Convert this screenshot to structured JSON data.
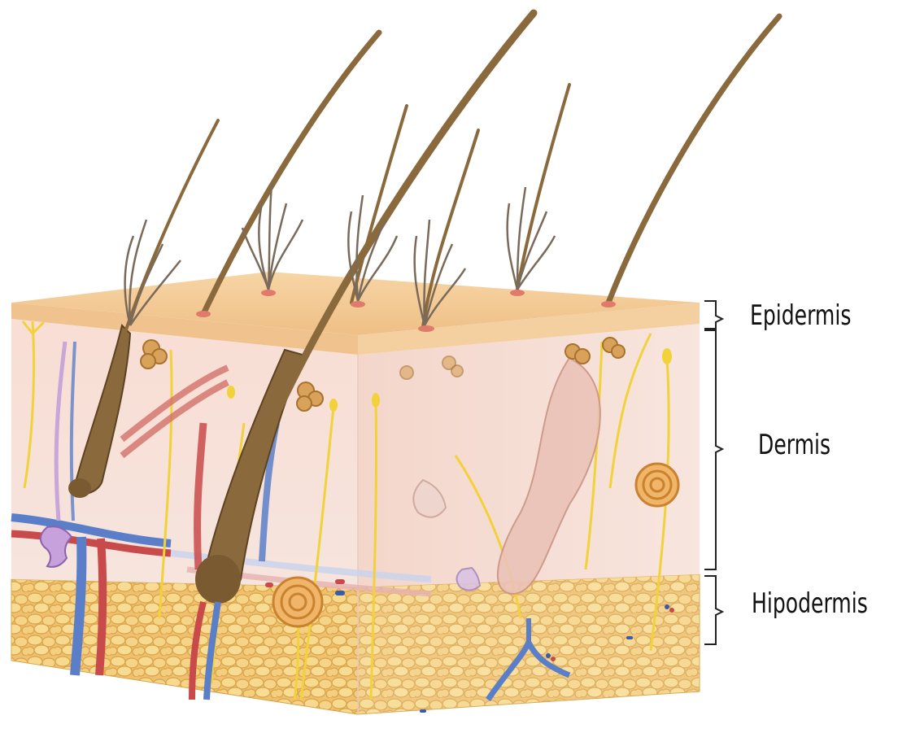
{
  "labels": {
    "epidermis": "Epidermis",
    "dermis": "Dermis",
    "hipodermis": "Hipodermis"
  },
  "colors": {
    "epidermis": "#f1c48f",
    "dermis": "#f7ddd3",
    "hipodermis": "#eebf62",
    "hair": "#8a6a3c",
    "nerve": "#f2d23a",
    "artery": "#c84a4a",
    "vein": "#5a7fc8",
    "gland": "#d49a5a",
    "bracket": "#222222"
  }
}
